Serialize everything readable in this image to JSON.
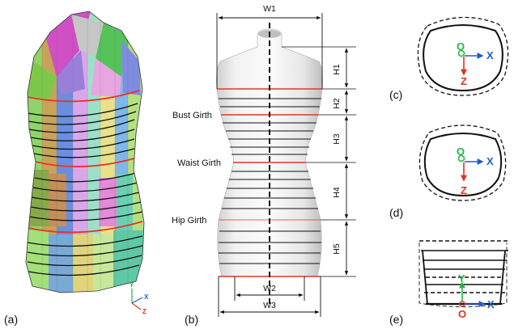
{
  "panels": {
    "a": "(a)",
    "b": "(b)",
    "c": "(c)",
    "d": "(d)",
    "e": "(e)"
  },
  "girths": {
    "bust": "Bust Girth",
    "waist": "Waist Girth",
    "hip": "Hip Girth"
  },
  "dimensions": {
    "w1": "W1",
    "w2": "W2",
    "w3": "W3",
    "h1": "H1",
    "h2": "H2",
    "h3": "H3",
    "h4": "H4",
    "h5": "H5"
  },
  "axes": {
    "origin": "O",
    "x": "X",
    "y": "Y",
    "z": "Z"
  },
  "colors": {
    "girth_line": "#e8332a",
    "axis_x": "#1e5bd6",
    "axis_y": "#22b64a",
    "axis_z": "#e0321e"
  }
}
